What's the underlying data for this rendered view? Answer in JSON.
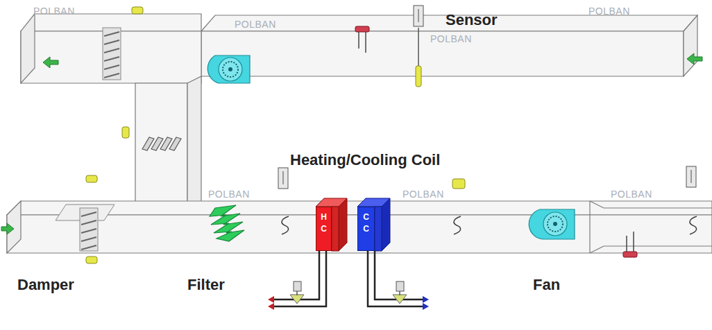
{
  "diagram": {
    "nodes": [
      {
        "text": [
          "H C"
        ]
      },
      {
        "text": [
          "C C"
        ]
      }
    ],
    "labels": [
      "Sensor",
      "Heating/Cooling Coil",
      "Damper",
      "Filter",
      "Fan",
      "POLBAN",
      "POLBAN",
      "POLBAN",
      "POLBAN",
      "POLBAN",
      "POLBAN",
      "POLBAN"
    ]
  }
}
